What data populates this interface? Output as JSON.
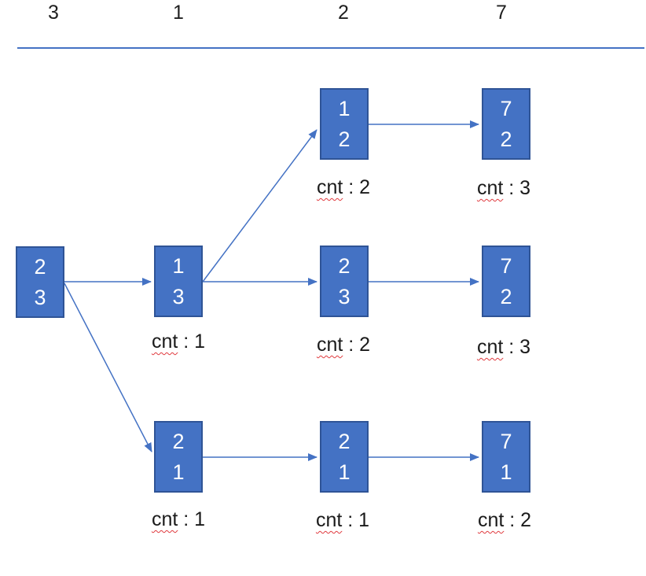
{
  "title": "linked list count diagram",
  "colors": {
    "node_fill": "#4472C4",
    "node_border": "#2F5496",
    "node_text": "#FFFFFF",
    "arrow": "#4472C4",
    "divider": "#4472C4",
    "label_text": "#1A1A1A",
    "spellcheck_underline": "#E03A3E"
  },
  "header": {
    "columns": [
      "3",
      "1",
      "2",
      "7"
    ]
  },
  "nodes": [
    {
      "id": "root",
      "value_top": "2",
      "value_bottom": "3"
    },
    {
      "id": "n13",
      "value_top": "1",
      "value_bottom": "3",
      "label_word": "cnt",
      "label_rest": " : 1"
    },
    {
      "id": "n12",
      "value_top": "1",
      "value_bottom": "2",
      "label_word": "cnt",
      "label_rest": " : 2"
    },
    {
      "id": "n72a",
      "value_top": "7",
      "value_bottom": "2",
      "label_word": "cnt",
      "label_rest": " : 3"
    },
    {
      "id": "n23",
      "value_top": "2",
      "value_bottom": "3",
      "label_word": "cnt",
      "label_rest": " : 2"
    },
    {
      "id": "n72b",
      "value_top": "7",
      "value_bottom": "2",
      "label_word": "cnt",
      "label_rest": " : 3"
    },
    {
      "id": "n21a",
      "value_top": "2",
      "value_bottom": "1",
      "label_word": "cnt",
      "label_rest": " : 1"
    },
    {
      "id": "n21b",
      "value_top": "2",
      "value_bottom": "1",
      "label_word": "cnt",
      "label_rest": " : 1"
    },
    {
      "id": "n71",
      "value_top": "7",
      "value_bottom": "1",
      "label_word": "cnt",
      "label_rest": " : 2"
    }
  ],
  "edges": [
    {
      "from": "root",
      "to": "n13"
    },
    {
      "from": "root",
      "to": "n21a"
    },
    {
      "from": "n13",
      "to": "n12"
    },
    {
      "from": "n13",
      "to": "n23"
    },
    {
      "from": "n12",
      "to": "n72a"
    },
    {
      "from": "n23",
      "to": "n72b"
    },
    {
      "from": "n21a",
      "to": "n21b"
    },
    {
      "from": "n21b",
      "to": "n71"
    }
  ]
}
